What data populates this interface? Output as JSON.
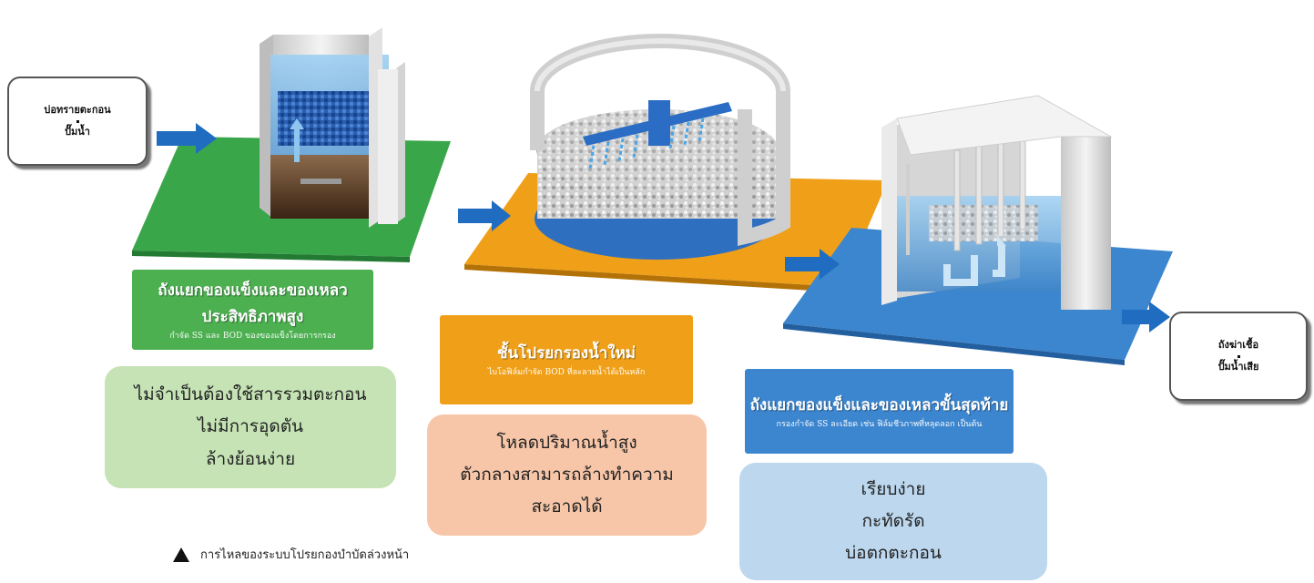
{
  "inflow_box": {
    "line1": "บ่อทรายตะกอน",
    "line2": "ปั๊มน้ำ"
  },
  "outflow_box": {
    "line1": "ถังฆ่าเชื้อ",
    "line2": "ปั๊มน้ำเสีย"
  },
  "stage1": {
    "title_line1": "ถังแยกของแข็งและของเหลว",
    "title_line2": "ประสิทธิภาพสูง",
    "subtitle": "กำจัด SS และ BOD ของของแข็งโดยการกรอง",
    "color": "#4caf50",
    "benefits": [
      "ไม่จำเป็นต้องใช้สารรวมตะกอน",
      "ไม่มีการอุดตัน",
      "ล้างย้อนง่าย"
    ],
    "benefit_bg": "#c5e3b5"
  },
  "stage2": {
    "title": "ชั้นโปรยกรองน้ำใหม่",
    "subtitle": "ไบโอฟิล์มกำจัด BOD ที่ละลายน้ำได้เป็นหลัก",
    "color": "#f0a018",
    "benefits": [
      "โหลดปริมาณน้ำสูง",
      "ตัวกลางสามารถล้างทำความ",
      "สะอาดได้"
    ],
    "benefit_bg": "#f7c6a8"
  },
  "stage3": {
    "title": "ถังแยกของแข็งและของเหลวขั้นสุดท้าย",
    "subtitle": "กรองกำจัด SS ละเอียด เช่น ฟิล์มชีวภาพที่หลุดลอก เป็นต้น",
    "color": "#3c86cf",
    "benefits": [
      "เรียบง่าย",
      "กะทัดรัด",
      "บ่อตกตะกอน"
    ],
    "benefit_bg": "#bcd7ee"
  },
  "legend": {
    "text": "การไหลของระบบโปรยกองบำบัดล่วงหน้า"
  },
  "colors": {
    "arrow": "#1f6cc0",
    "platform_green": "#3aa64a",
    "platform_orange": "#f0a018",
    "platform_blue": "#3c86cf"
  }
}
